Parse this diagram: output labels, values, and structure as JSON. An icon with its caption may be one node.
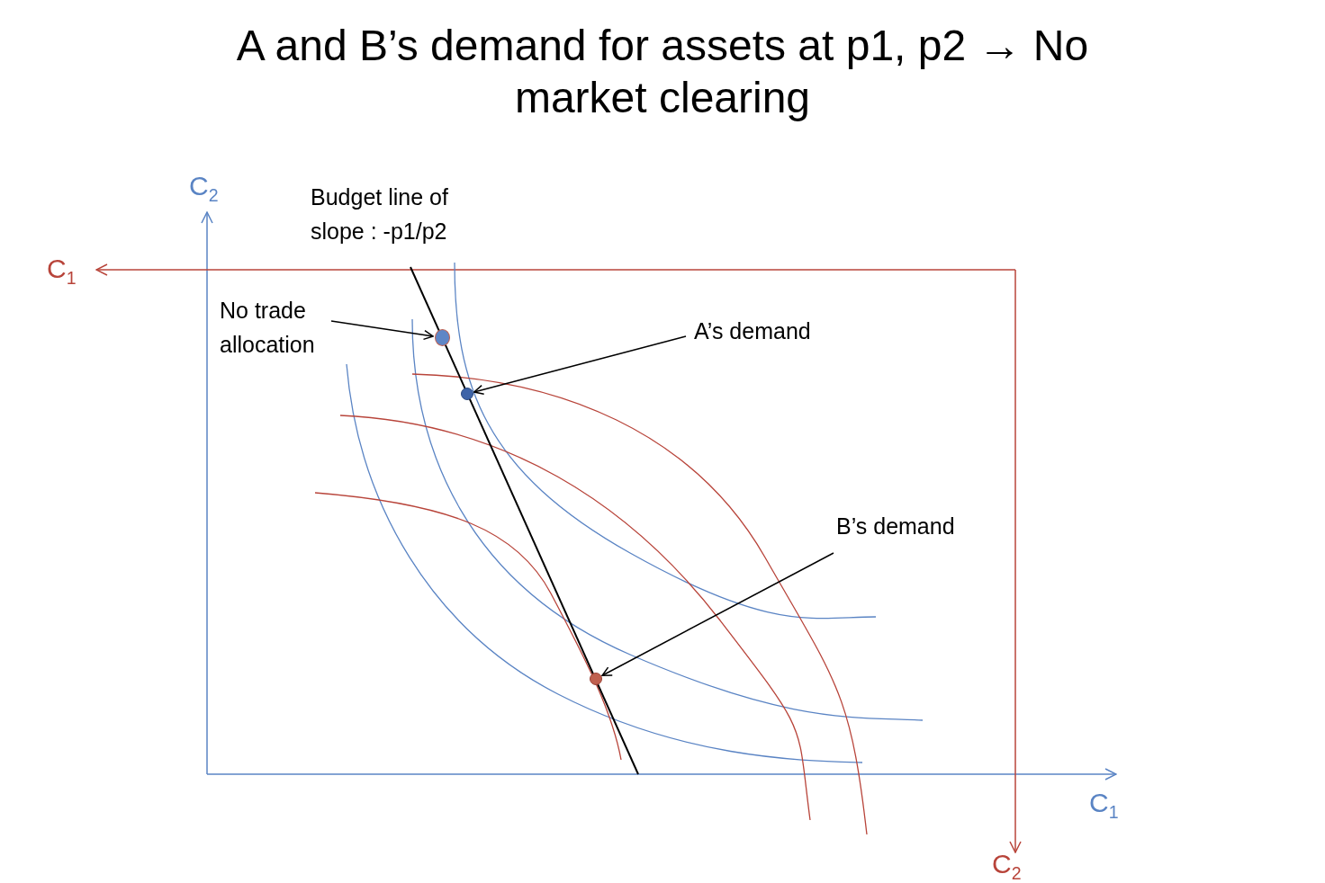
{
  "diagram": {
    "title": "A and B’s demand for assets at p1, p2 → No market clearing",
    "nodes": [
      {
        "text": [
          "No trade allocation"
        ]
      },
      {
        "text": [],
        "shape": "circle"
      },
      {
        "text": [
          "A’s demand"
        ]
      },
      {
        "text": [],
        "shape": "circle"
      },
      {
        "text": [
          "B’s demand"
        ]
      },
      {
        "text": [],
        "shape": "circle"
      }
    ],
    "edges": [
      {
        "from": 0,
        "to": 1,
        "arrow": "to"
      },
      {
        "from": 2,
        "to": 3,
        "arrow": "to"
      },
      {
        "from": 4,
        "to": 5,
        "arrow": "to"
      }
    ],
    "labels": [
      "C$_{2}$",
      "Budget line of slope :  -p1/p2",
      "C$_{1}$",
      "C$_{1}$",
      "C$_{2}$"
    ]
  }
}
